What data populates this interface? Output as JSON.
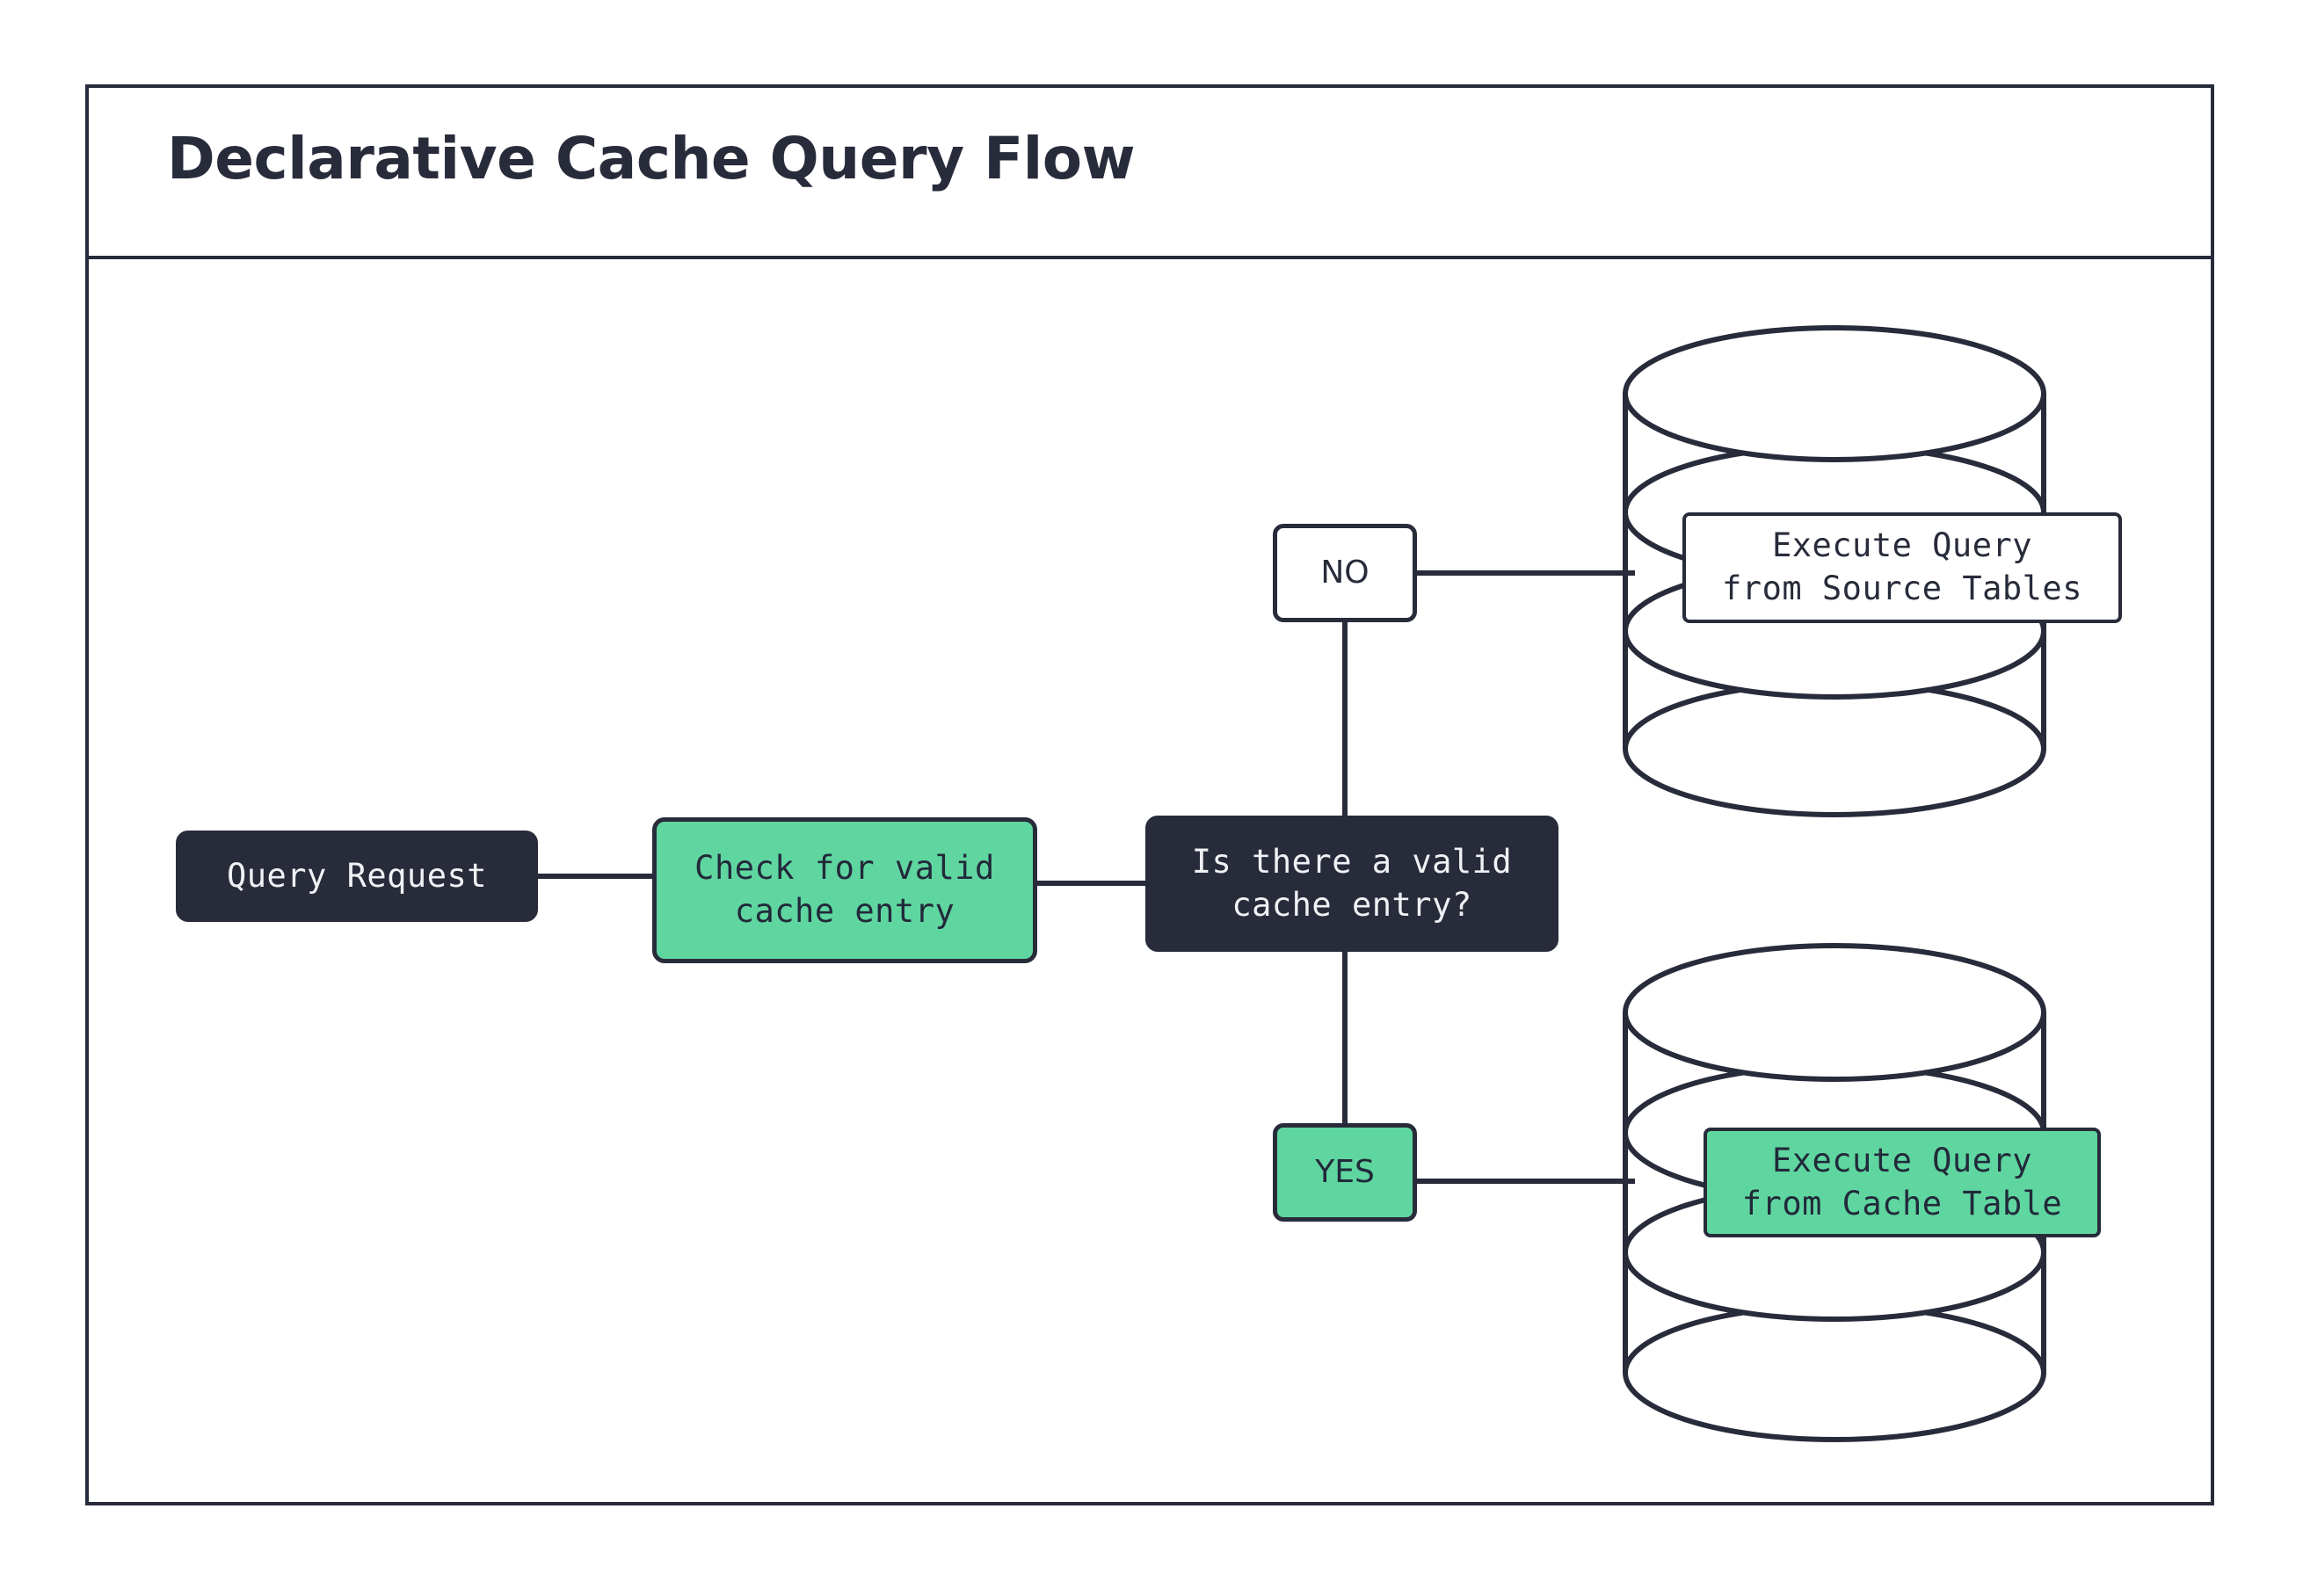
{
  "header": {
    "title": "Declarative Cache Query Flow"
  },
  "colors": {
    "ink": "#282b3a",
    "accent_green": "#5fd6a0",
    "surface": "#ffffff",
    "dark_fill": "#282b3a",
    "light_text": "#f0f1f4"
  },
  "diagram": {
    "type": "flowchart",
    "nodes": [
      {
        "id": "query-request",
        "label": "Query Request",
        "shape": "rounded-rect",
        "style": "dark",
        "font": "mono"
      },
      {
        "id": "check-cache",
        "label": "Check for valid\ncache entry",
        "shape": "rounded-rect",
        "style": "green",
        "font": "mono"
      },
      {
        "id": "decision",
        "label": "Is there a valid\ncache entry?",
        "shape": "rounded-rect",
        "style": "dark",
        "font": "mono"
      },
      {
        "id": "branch-no",
        "label": "NO",
        "shape": "rounded-rect",
        "style": "white",
        "font": "sans"
      },
      {
        "id": "branch-yes",
        "label": "YES",
        "shape": "rounded-rect",
        "style": "green",
        "font": "sans"
      },
      {
        "id": "exec-source",
        "label": "Execute Query\nfrom Source Tables",
        "shape": "rect",
        "style": "white",
        "font": "mono",
        "container": "database-cylinder-top"
      },
      {
        "id": "exec-cache",
        "label": "Execute Query\nfrom Cache Table",
        "shape": "rect",
        "style": "green",
        "font": "mono",
        "container": "database-cylinder-bottom"
      }
    ],
    "containers": [
      {
        "id": "database-cylinder-top",
        "shape": "database-cylinder",
        "bands": 3
      },
      {
        "id": "database-cylinder-bottom",
        "shape": "database-cylinder",
        "bands": 3
      }
    ],
    "edges": [
      {
        "from": "query-request",
        "to": "check-cache",
        "label": "",
        "style": "solid"
      },
      {
        "from": "check-cache",
        "to": "decision",
        "label": "",
        "style": "solid"
      },
      {
        "from": "decision",
        "to": "branch-no",
        "label": "",
        "style": "solid"
      },
      {
        "from": "decision",
        "to": "branch-yes",
        "label": "",
        "style": "solid"
      },
      {
        "from": "branch-no",
        "to": "database-cylinder-top",
        "label": "",
        "style": "solid"
      },
      {
        "from": "branch-yes",
        "to": "database-cylinder-bottom",
        "label": "",
        "style": "solid"
      }
    ]
  }
}
